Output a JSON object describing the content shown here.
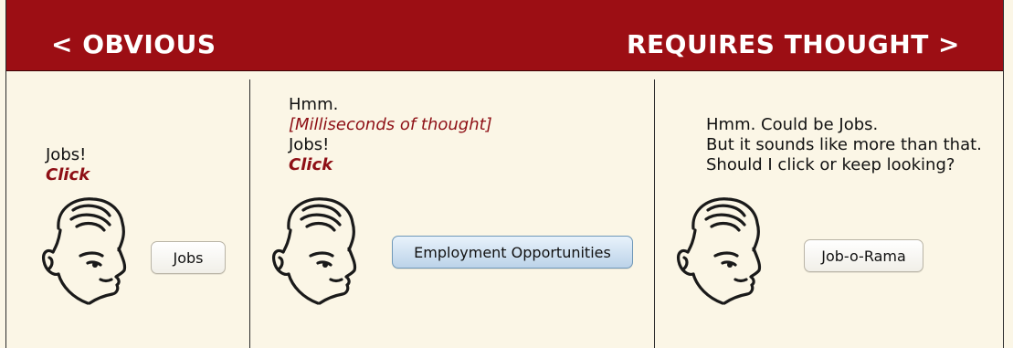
{
  "banner": {
    "left_label": "< OBVIOUS",
    "right_label": "REQUIRES THOUGHT >"
  },
  "panels": [
    {
      "lines": [
        "Jobs!",
        "Click"
      ],
      "button_label": "Jobs"
    },
    {
      "lines": [
        "Hmm.",
        "[Milliseconds of thought]",
        "Jobs!",
        "Click"
      ],
      "button_label": "Employment Opportunities"
    },
    {
      "lines": [
        "Hmm. Could be Jobs.",
        "But it sounds like more than that.",
        "Should I click or keep looking?"
      ],
      "button_label": "Job-o-Rama"
    }
  ],
  "colors": {
    "banner": "#9c0e14",
    "background": "#fbf6e6",
    "emphasis": "#8e0f15",
    "blue_button": "#bcd3e9"
  },
  "icons": [
    "thinking-man-face-icon"
  ]
}
